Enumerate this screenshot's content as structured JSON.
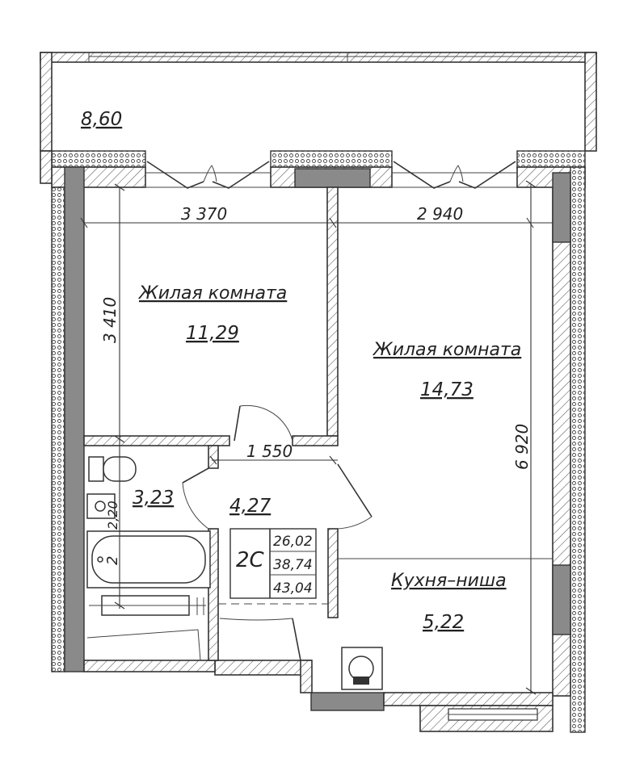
{
  "rooms": {
    "balcony": {
      "area": "8,60"
    },
    "living_room_1": {
      "name": "Жилая комната",
      "area": "11,29"
    },
    "living_room_2": {
      "name": "Жилая комната",
      "area": "14,73"
    },
    "bathroom": {
      "area": "3,23"
    },
    "hallway": {
      "area": "4,27"
    },
    "kitchen_niche": {
      "name": "Кухня–ниша",
      "area": "5,22"
    }
  },
  "dimensions": {
    "room1_width": "3  370",
    "room2_width": "2  940",
    "room1_depth": "3  410",
    "hall_width": "1  550",
    "room2_depth": "6  920",
    "bath_small_1": "2,20",
    "bath_small_2": "2"
  },
  "apartment": {
    "type_code": "2С",
    "living_area": "26,02",
    "total_area": "38,74",
    "total_with_balcony": "43,04"
  }
}
